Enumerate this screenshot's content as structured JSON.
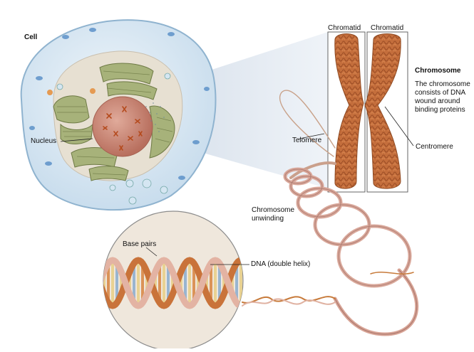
{
  "labels": {
    "cell": "Cell",
    "nucleus": "Nucleus",
    "chromatid_left": "Chromatid",
    "chromatid_right": "Chromatid",
    "chromosome_title": "Chromosome",
    "chromosome_desc": "The chromosome consists of DNA wound around binding proteins",
    "telomere": "Telomere",
    "centromere": "Centromere",
    "unwinding": "Chromosome unwinding",
    "base_pairs": "Base pairs",
    "dna": "DNA (double helix)"
  },
  "colors": {
    "cytoplasm": "#d6e7f2",
    "membrane": "#8fb3cf",
    "nucleus": "#c9897a",
    "organelle": "#a6b27a",
    "chromosome": "#c06a3a",
    "coil": "#d9a79a",
    "base_blue": "#8fb0cf",
    "base_yellow": "#e8d08a",
    "base_orange": "#d98a4a"
  }
}
